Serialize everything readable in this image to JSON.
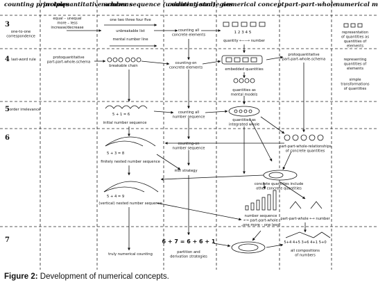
{
  "columns": [
    "counting principles",
    "protoquantitative schemas",
    "number sequence (unidirectional)",
    "counting strategies",
    "numerical concept",
    "part-part-whole",
    "numerical mental models"
  ],
  "ages": [
    "3",
    "4",
    "5",
    "6",
    "7"
  ],
  "cells": {
    "cp_r1": [
      "one-to-one",
      "correspondence"
    ],
    "cp_r2": [
      "last-word rule"
    ],
    "cp_r3": [
      "order irrelevance"
    ],
    "ps_r1": [
      "equal – unequal",
      "more – less",
      "increase/decrease"
    ],
    "ps_r2": [
      "protoquantitative",
      "part-part-whole-schema"
    ],
    "ns_r1_words": "one two three four five",
    "ns_r1": [
      "unbreakable list",
      "mental number line"
    ],
    "ns_r2": [
      "breakable chain"
    ],
    "ns_r3_eq": "5 + 1 = 6",
    "ns_r3": [
      "initial number sequence"
    ],
    "ns_r4_eq": "5 + 3 = 8",
    "ns_r4": [
      "finitely nested number sequence"
    ],
    "ns_r5_eq": "5 + 4 = 9",
    "ns_r5": [
      "(vertical) nested number sequence"
    ],
    "ns_r6": [
      "truly numerical counting"
    ],
    "cs_r1": [
      "counting all",
      "concrete elements"
    ],
    "cs_r2": [
      "counting-on",
      "concrete elements"
    ],
    "cs_r3": [
      "counting all",
      "number sequence"
    ],
    "cs_r4": [
      "counting-on",
      "number sequence"
    ],
    "cs_r5": [
      "min strategy"
    ],
    "cs_r6_eq": "6 + 7 = 6 + 6 + 1",
    "cs_r6": [
      "partition and",
      "derivation strategies"
    ],
    "nc_r1_digits": "1 2 3 4 5",
    "nc_r1": [
      "quantity  ⟵⟶  number"
    ],
    "nc_r2": [
      "embedded quantities"
    ],
    "nc_r3": [
      "quantities as",
      "mental models"
    ],
    "nc_r4": [
      "quantities as",
      "integrated whole"
    ],
    "nc_r5": [
      "concrete quantities include",
      "other concrete quantities"
    ],
    "nc_r6": [
      "number sequence",
      "⟷ part-part-whole",
      "„one more – one less\""
    ],
    "pw_r2": [
      "protoquantitative",
      "part-part-whole-schema"
    ],
    "pw_r4": [
      "part-part-whole-relationships",
      "of concrete quantities"
    ],
    "pw_r5": [
      "part-part-whole ⟷ number"
    ],
    "pw_r6": [
      "all compositions",
      "of numbers"
    ],
    "pw_r6_eqs": "5+4  4+5  3+6  4+1  5+0",
    "mm_r1": [
      "representation",
      "of quantities as",
      "quantities of",
      "elements"
    ],
    "mm_r2": [
      "representing",
      "quantities of",
      "elements"
    ],
    "mm_r3": [
      "simple",
      "transformations",
      "of quantities"
    ]
  },
  "caption": {
    "label": "Figure 2:",
    "text": " Development of numerical concepts."
  }
}
